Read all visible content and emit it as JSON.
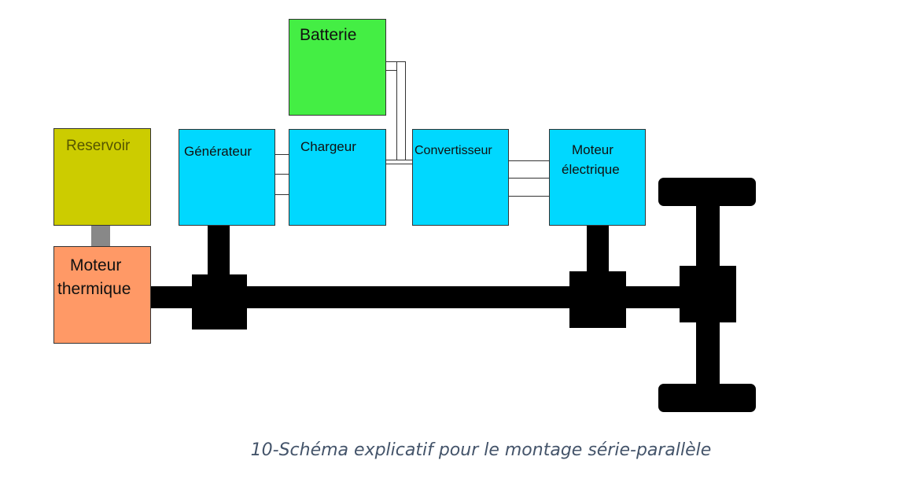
{
  "diagram": {
    "blocks": {
      "batterie": {
        "label": "Batterie",
        "color": "#44ee44"
      },
      "reservoir": {
        "label": "Reservoir",
        "color": "#cccc00"
      },
      "generateur": {
        "label": "Générateur",
        "color": "#00d8ff"
      },
      "chargeur": {
        "label": "Chargeur",
        "color": "#00d8ff"
      },
      "convertisseur": {
        "label": "Convertisseur",
        "color": "#00d8ff"
      },
      "moteur_electrique": {
        "label_line1": "Moteur",
        "label_line2": "électrique",
        "color": "#00d8ff"
      },
      "moteur_thermique": {
        "label_line1": "Moteur",
        "label_line2": "thermique",
        "color": "#ff9966"
      }
    },
    "shaft_color": "#000000",
    "fuel_link_color": "#888888"
  },
  "caption": "10-Schéma explicatif pour le montage série-parallèle"
}
